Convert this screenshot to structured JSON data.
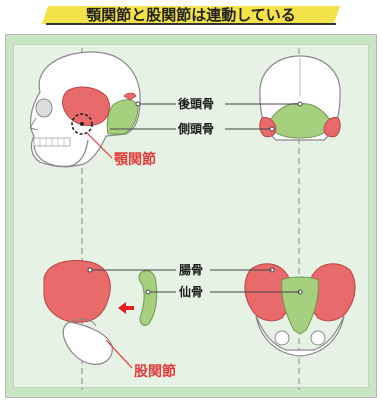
{
  "title": "顎関節と股関節は連動している",
  "labels": {
    "occipital": "後頭骨",
    "temporal": "側頭骨",
    "jaw_joint": "顎関節",
    "ilium": "腸骨",
    "sacrum": "仙骨",
    "hip_joint": "股関節"
  },
  "colors": {
    "title_highlight": "#f3e24a",
    "panel_green": "#c9e5c4",
    "bone_red": "#e86a6a",
    "bone_green": "#a6cf7e",
    "label_red": "#e23b3b",
    "arrow_red": "#e02020"
  },
  "icons": {
    "arrow": "arrow-left-icon"
  }
}
